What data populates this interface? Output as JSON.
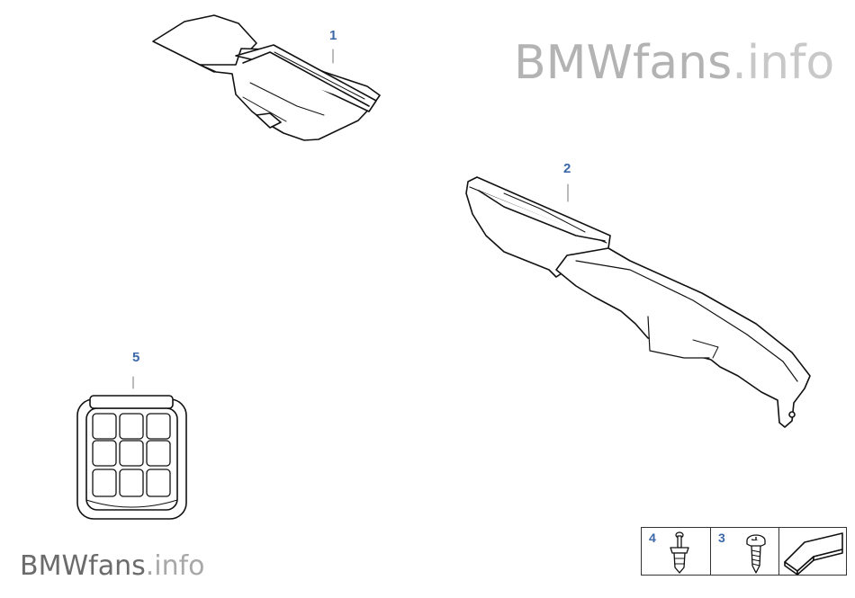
{
  "watermark": {
    "brand": "BMWfans",
    "tld": ".info"
  },
  "callouts": [
    {
      "number": "1",
      "part": "air duct upper"
    },
    {
      "number": "2",
      "part": "air duct long"
    },
    {
      "number": "5",
      "part": "grille vent"
    }
  ],
  "legend": [
    {
      "number": "4",
      "icon": "expanding-rivet-icon"
    },
    {
      "number": "3",
      "icon": "screw-icon"
    },
    {
      "number": "",
      "icon": "bracket-arrow-icon"
    }
  ]
}
